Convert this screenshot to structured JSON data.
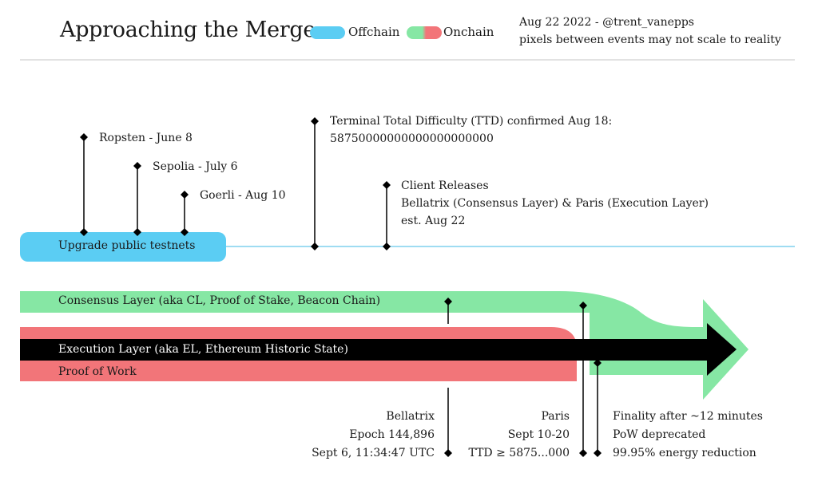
{
  "header": {
    "title": "Approaching the Merge",
    "legend": [
      {
        "label": "Offchain",
        "color": "#5bcdf3"
      },
      {
        "label": "Onchain",
        "color_start": "#86e7a4",
        "color_end": "#f27579"
      }
    ],
    "meta_line1": "Aug 22 2022 - @trent_vanepps",
    "meta_line2": "pixels between events may not scale to reality"
  },
  "offchain": {
    "bar_label": "Upgrade public testnets",
    "events": {
      "ropsten": "Ropsten - June 8",
      "sepolia": "Sepolia - July 6",
      "goerli": "Goerli - Aug 10",
      "ttd_line1": "Terminal Total Difficulty (TTD) confirmed Aug 18:",
      "ttd_line2": "58750000000000000000000",
      "client_line1": "Client Releases",
      "client_line2": "Bellatrix (Consensus Layer) & Paris (Execution Layer)",
      "client_line3": "est. Aug 22"
    }
  },
  "onchain": {
    "consensus_label": "Consensus Layer (aka CL, Proof of Stake, Beacon Chain)",
    "execution_label": "Execution Layer (aka EL, Ethereum Historic State)",
    "pow_label": "Proof of Work",
    "colors": {
      "consensus": "#86e7a4",
      "pow": "#f27579",
      "execution": "#000000",
      "offchain": "#5bcdf3"
    },
    "bellatrix": {
      "line1": "Bellatrix",
      "line2": "Epoch 144,896",
      "line3": "Sept 6, 11:34:47 UTC"
    },
    "paris": {
      "line1": "Paris",
      "line2": "Sept 10-20",
      "line3": "TTD ≥ 5875...000"
    },
    "finality": {
      "line1": "Finality after ~12 minutes",
      "line2": "PoW deprecated",
      "line3": "99.95% energy reduction"
    }
  }
}
